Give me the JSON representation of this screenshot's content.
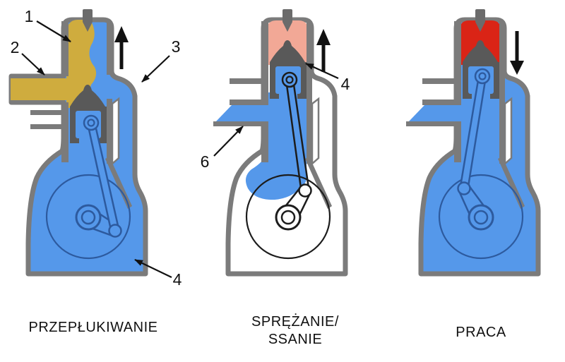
{
  "diagram": {
    "type": "two-stroke engine cycle (three stages)",
    "stages": [
      {
        "id": "scavenging",
        "caption_lines": [
          "PRZEPŁUKIWANIE"
        ],
        "piston": "down",
        "stroke_arrow": "up",
        "cylinder_gas": "olive+blue"
      },
      {
        "id": "compression-intake",
        "caption_lines": [
          "SPRĘŻANIE/",
          "SSANIE"
        ],
        "piston": "up",
        "stroke_arrow": "up",
        "cylinder_gas": "pink"
      },
      {
        "id": "power",
        "caption_lines": [
          "PRACA"
        ],
        "piston": "up",
        "stroke_arrow": "down",
        "cylinder_gas": "red"
      }
    ],
    "callouts": {
      "n1": "1",
      "n2": "2",
      "n3": "3",
      "n4_left": "4",
      "n4_mid": "4",
      "n6": "6"
    }
  },
  "colors": {
    "blue": "#5598ea",
    "olive": "#cfac3e",
    "pink": "#f2a896",
    "red": "#da2416",
    "wall": "#7b7b7b",
    "piston": "#595959",
    "plug": "#6b6b6b",
    "nav": "#2d5a9e",
    "blk": "#1c1c1c",
    "text": "#111111",
    "white": "#ffffff"
  }
}
